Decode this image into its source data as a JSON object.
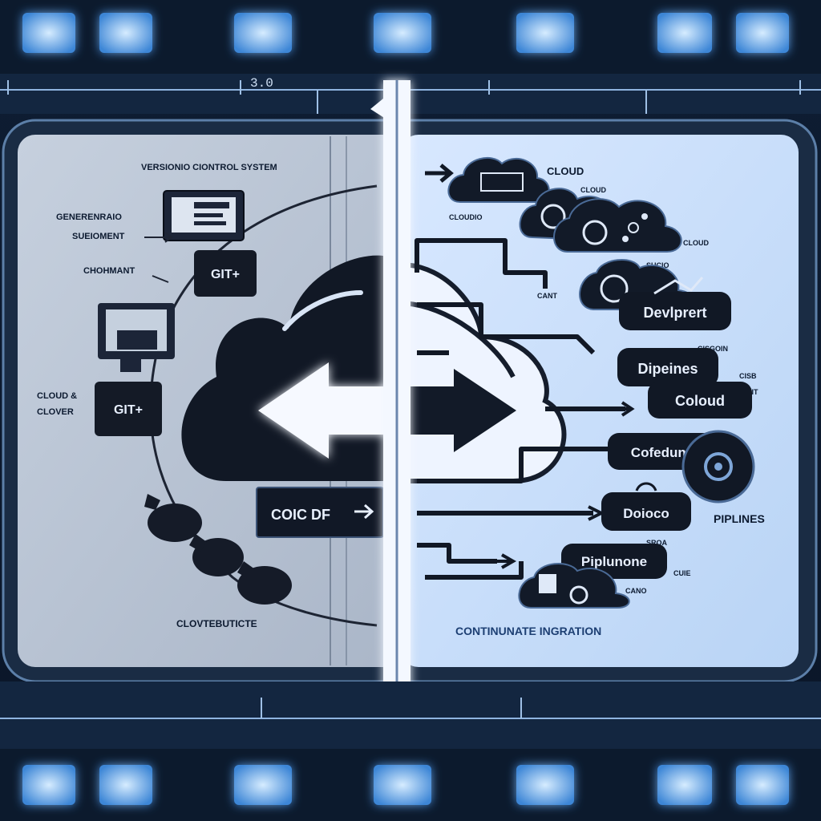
{
  "filmstrip": {
    "counter": "3.0"
  },
  "left_panel": {
    "title": "VERSIONIO CIONTROL SYSTEM",
    "label_gen_line1": "GENERENRAIO",
    "label_gen_line2": "SUEIOMENT",
    "label_chomant": "CHOHMANT",
    "label_cloud_line1": "CLOUD &",
    "label_cloud_line2": "CLOVER",
    "label_bottom": "CLOVTEBUTICTE",
    "git_top": "GIT+",
    "git_bottom": "GIT+"
  },
  "center": {
    "code_button": "COIC DF"
  },
  "right_panel": {
    "label_cloud": "CLOUD",
    "label_cloud_small1": "CLOUD",
    "label_cloud_small2": "CLOUDIO",
    "label_cloud_small3": "SUCIO",
    "label_cloud_small4": "CLOUD",
    "label_cant": "CANT",
    "label_cisgo": "CISGOIN",
    "label_cisb": "CISB",
    "label_coit": "COIT",
    "label_sroa": "SROA",
    "label_cuie": "CUIE",
    "label_cano": "CANO",
    "label_piplines": "PIPLINES",
    "chip_deploy": "Devlprert",
    "chip_pipelines": "Dipeines",
    "chip_cloud": "Coloud",
    "chip_cofedune": "Cofedune",
    "chip_docker": "Doioco",
    "chip_pipeline": "Piplunone",
    "footer": "CONTINUNATE INGRATION"
  }
}
